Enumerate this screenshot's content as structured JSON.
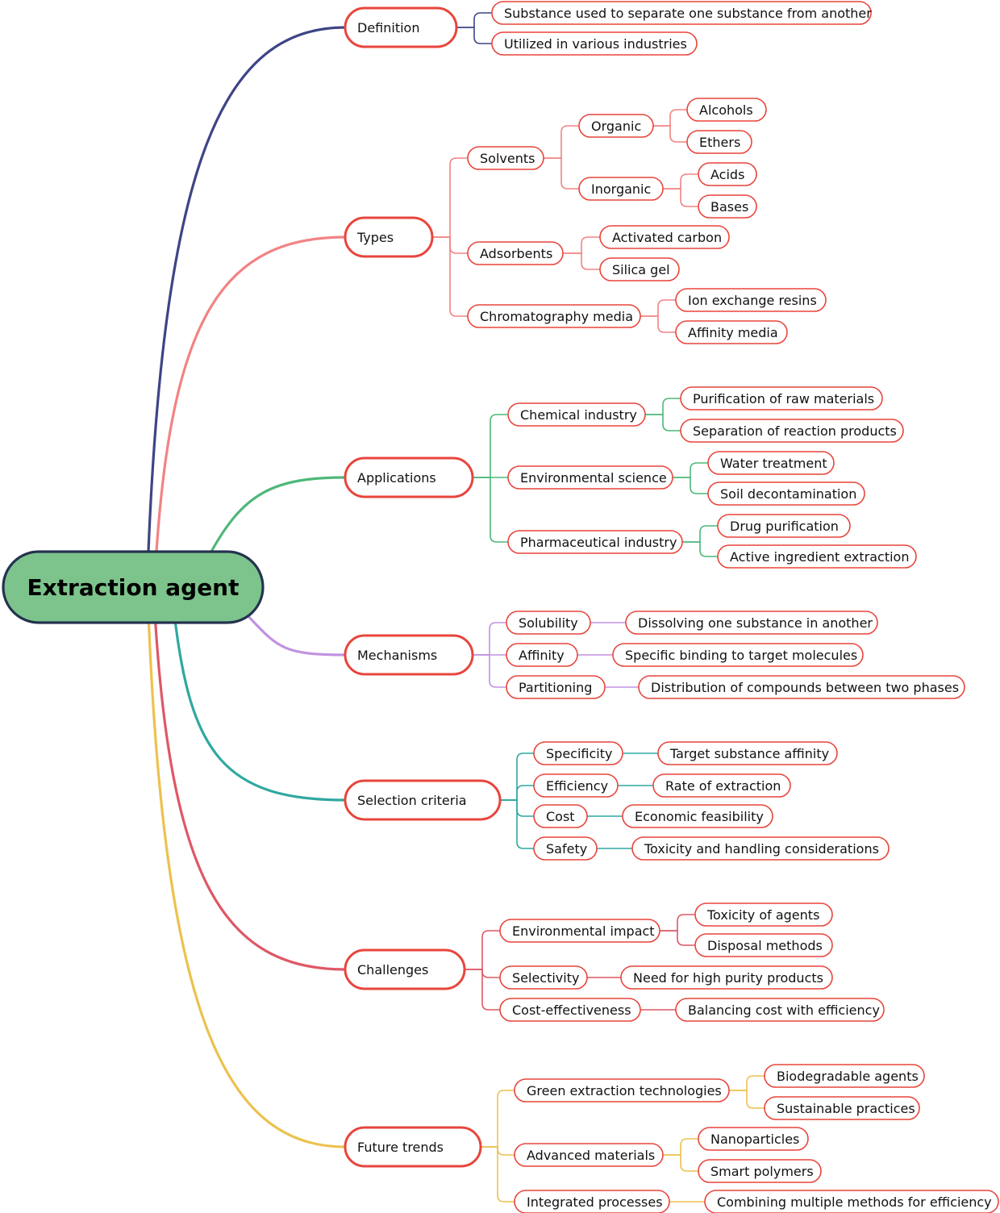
{
  "colors": {
    "node_border": "#e8453c",
    "root_fill": "#7dc48c",
    "root_border": "#24334f",
    "text": "#111111"
  },
  "root": {
    "label": "Extraction agent"
  },
  "branches": [
    {
      "label": "Definition",
      "color": "#3d4585",
      "children": [
        {
          "label": "Substance used to separate one substance from another"
        },
        {
          "label": "Utilized in various industries"
        }
      ]
    },
    {
      "label": "Types",
      "color": "#f28383",
      "children": [
        {
          "label": "Solvents",
          "children": [
            {
              "label": "Organic",
              "children": [
                {
                  "label": "Alcohols"
                },
                {
                  "label": "Ethers"
                }
              ]
            },
            {
              "label": "Inorganic",
              "children": [
                {
                  "label": "Acids"
                },
                {
                  "label": "Bases"
                }
              ]
            }
          ]
        },
        {
          "label": "Adsorbents",
          "children": [
            {
              "label": "Activated carbon"
            },
            {
              "label": "Silica gel"
            }
          ]
        },
        {
          "label": "Chromatography media",
          "children": [
            {
              "label": "Ion exchange resins"
            },
            {
              "label": "Affinity media"
            }
          ]
        }
      ]
    },
    {
      "label": "Applications",
      "color": "#4db879",
      "children": [
        {
          "label": "Chemical industry",
          "children": [
            {
              "label": "Purification of raw materials"
            },
            {
              "label": "Separation of reaction products"
            }
          ]
        },
        {
          "label": "Environmental science",
          "children": [
            {
              "label": "Water treatment"
            },
            {
              "label": "Soil decontamination"
            }
          ]
        },
        {
          "label": "Pharmaceutical industry",
          "children": [
            {
              "label": "Drug purification"
            },
            {
              "label": "Active ingredient extraction"
            }
          ]
        }
      ]
    },
    {
      "label": "Mechanisms",
      "color": "#c192e0",
      "children": [
        {
          "label": "Solubility",
          "children": [
            {
              "label": "Dissolving one substance in another"
            }
          ]
        },
        {
          "label": "Affinity",
          "children": [
            {
              "label": "Specific binding to target molecules"
            }
          ]
        },
        {
          "label": "Partitioning",
          "children": [
            {
              "label": "Distribution of compounds between two phases"
            }
          ]
        }
      ]
    },
    {
      "label": "Selection criteria",
      "color": "#2fa8a0",
      "children": [
        {
          "label": "Specificity",
          "children": [
            {
              "label": "Target substance affinity"
            }
          ]
        },
        {
          "label": "Efficiency",
          "children": [
            {
              "label": "Rate of extraction"
            }
          ]
        },
        {
          "label": "Cost",
          "children": [
            {
              "label": "Economic feasibility"
            }
          ]
        },
        {
          "label": "Safety",
          "children": [
            {
              "label": "Toxicity and handling considerations"
            }
          ]
        }
      ]
    },
    {
      "label": "Challenges",
      "color": "#de5866",
      "children": [
        {
          "label": "Environmental impact",
          "children": [
            {
              "label": "Toxicity of agents"
            },
            {
              "label": "Disposal methods"
            }
          ]
        },
        {
          "label": "Selectivity",
          "children": [
            {
              "label": "Need for high purity products"
            }
          ]
        },
        {
          "label": "Cost-effectiveness",
          "children": [
            {
              "label": "Balancing cost with efficiency"
            }
          ]
        }
      ]
    },
    {
      "label": "Future trends",
      "color": "#ecc14e",
      "children": [
        {
          "label": "Green extraction technologies",
          "children": [
            {
              "label": "Biodegradable agents"
            },
            {
              "label": "Sustainable practices"
            }
          ]
        },
        {
          "label": "Advanced materials",
          "children": [
            {
              "label": "Nanoparticles"
            },
            {
              "label": "Smart polymers"
            }
          ]
        },
        {
          "label": "Integrated processes",
          "children": [
            {
              "label": "Combining multiple methods for efficiency"
            }
          ]
        }
      ]
    }
  ]
}
